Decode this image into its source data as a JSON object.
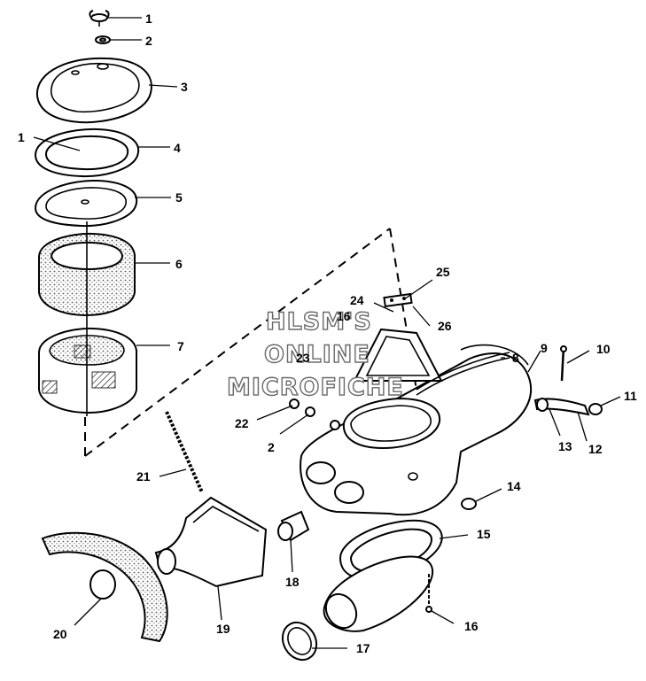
{
  "callouts": {
    "c1a": "1",
    "c2a": "2",
    "c3": "3",
    "c1b": "1",
    "c4": "4",
    "c5": "5",
    "c6": "6",
    "c7": "7",
    "c8": "8",
    "c9": "9",
    "c10": "10",
    "c11": "11",
    "c12": "12",
    "c13": "13",
    "c14": "14",
    "c15": "15",
    "c16": "16",
    "c17": "17",
    "c18": "18",
    "c19": "19",
    "c20": "20",
    "c21": "21",
    "c22": "22",
    "c2b": "2",
    "c23": "23",
    "c24": "24",
    "c25": "25",
    "c26": "26",
    "c16b": "16"
  },
  "watermark": {
    "line1": "HLSM'S",
    "line2": "ONLINE",
    "line3": "MICROFICHE"
  }
}
